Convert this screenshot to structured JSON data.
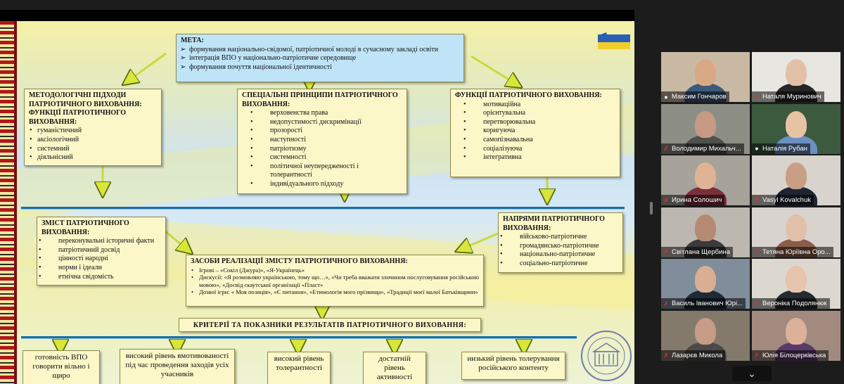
{
  "slide": {
    "goal": {
      "title": "МЕТА:",
      "items": [
        "формування національно-свідомої, патріотичної молоді в сучасному закладі освіти",
        "інтеграція ВПО у національно-патріотичне середовище",
        "формування почуття національної ідентичності"
      ]
    },
    "methods": {
      "title": "МЕТОДОЛОГІЧНІ ПІДХОДИ ПАТРІОТИЧНОГО ВИХОВАННЯ: ФУНКЦІЇ ПАТРІОТИЧНОГО ВИХОВАННЯ:",
      "items": [
        "гуманістичний",
        "аксіологічний",
        "системний",
        "діяльнісний"
      ]
    },
    "principles": {
      "title": "СПЕЦІАЛЬНІ ПРИНЦИПИ ПАТРІОТИЧНОГО ВИХОВАННЯ:",
      "items": [
        "верховенства права",
        "недопустимості дискримінації",
        "прозорості",
        "наступності",
        "патріотизму",
        "системності",
        "політичної неупередженості і толерантності",
        "індивідуального підходу"
      ]
    },
    "functions": {
      "title": "ФУНКЦІЇ ПАТРІОТИЧНОГО ВИХОВАННЯ:",
      "items": [
        "мотиваційна",
        "орієнтувальна",
        "перетворювальна",
        "коригуюча",
        "самопізнавальна",
        "соціалізуюча",
        "інтегративна"
      ]
    },
    "content": {
      "title": "ЗМІСТ ПАТРІОТИЧНОГО ВИХОВАННЯ:",
      "items": [
        "переконувальні історичні факти",
        "патріотичний досвід",
        "цінності народні",
        "норми і ідеали",
        "етнічна свідомість"
      ]
    },
    "directions": {
      "title": "НАПРЯМИ ПАТРІОТИЧНОГО ВИХОВАННЯ:",
      "items": [
        "військово-патріотичне",
        "громадянсько-патріотичне",
        "національно-патріотичне",
        "соціально-патріотичне"
      ]
    },
    "means": {
      "title": "ЗАСОБИ РЕАЛІЗАЦІЇ ЗМІСТУ ПАТРІОТИЧНОГО ВИХОВАННЯ:",
      "items": [
        "Ігрові – «Сокіл (Джура)», «Я-Українець»",
        "Дискусії: «Я розмовляю українською, тому що…», «Чи треба вважати злочином послуговування російською мовою», «Досвід скаутської організації «Пласт»",
        "Дозвої ігри: « Моя позиція», «Є питання», «Етимологія мого прізвища», «Традиції моєї малої Батьківщини»"
      ]
    },
    "criteria_title": "КРИТЕРІЇ ТА ПОКАЗНИКИ РЕЗУЛЬТАТІВ ПАТРІОТИЧНОГО ВИХОВАННЯ:",
    "criteria": [
      "готовність ВПО говорити вільно і щиро",
      "високий рівень вмотивованості під час проведення заходів усіх учасників",
      "високий рівень толерантності",
      "достатній рівень активності",
      "низький рівень толерування російського контенту"
    ]
  },
  "participants": [
    {
      "name": "Максим Гончаров",
      "muted": false,
      "active": true,
      "bg": "#c9b9a2",
      "skin": "#d9a986",
      "shirt": "#3c5a7a"
    },
    {
      "name": "Наталя Муринович",
      "muted": true,
      "active": false,
      "bg": "#e8e6e1",
      "skin": "#e2c0a8",
      "shirt": "#262626"
    },
    {
      "name": "Володимир Михальч...",
      "muted": true,
      "active": false,
      "bg": "#8d8f86",
      "skin": "#c79a84",
      "shirt": "#50504c"
    },
    {
      "name": "Наталія Рубан",
      "muted": false,
      "active": false,
      "bg": "#3b5a3e",
      "skin": "#e7c3a4",
      "shirt": "#6b8fc3"
    },
    {
      "name": "Ирина Солошич",
      "muted": true,
      "active": false,
      "bg": "#a7a29a",
      "skin": "#e0b394",
      "shirt": "#7a2f3b"
    },
    {
      "name": "Vasyl Kovalchuk",
      "muted": true,
      "active": false,
      "bg": "#d8d3cc",
      "skin": "#c89e85",
      "shirt": "#1d2533"
    },
    {
      "name": "Світлана Щербина",
      "muted": true,
      "active": false,
      "bg": "#bcb7b0",
      "skin": "#b58a72",
      "shirt": "#3a3a3a"
    },
    {
      "name": "Тетяна Юріївна Оро...",
      "muted": true,
      "active": false,
      "bg": "#d9d3cf",
      "skin": "#e2bfa8",
      "shirt": "#8a5d4a"
    },
    {
      "name": "Василь Іванович Юрі...",
      "muted": true,
      "active": false,
      "bg": "#7f8e9a",
      "skin": "#d9ae92",
      "shirt": "#1e2a36"
    },
    {
      "name": "Вероніка Подолянюк",
      "muted": true,
      "active": false,
      "bg": "#dcd8d0",
      "skin": "#e6c4ad",
      "shirt": "#262b30"
    },
    {
      "name": "Лазарєв Микола",
      "muted": true,
      "active": false,
      "bg": "#847a6c",
      "skin": "#c79c86",
      "shirt": "#4a4a48"
    },
    {
      "name": "Юлія Білоцерківська",
      "muted": true,
      "active": false,
      "bg": "#a28b7e",
      "skin": "#dcb19a",
      "shirt": "#5a3b6a"
    }
  ],
  "collapse_icon": "chevron-down-icon"
}
